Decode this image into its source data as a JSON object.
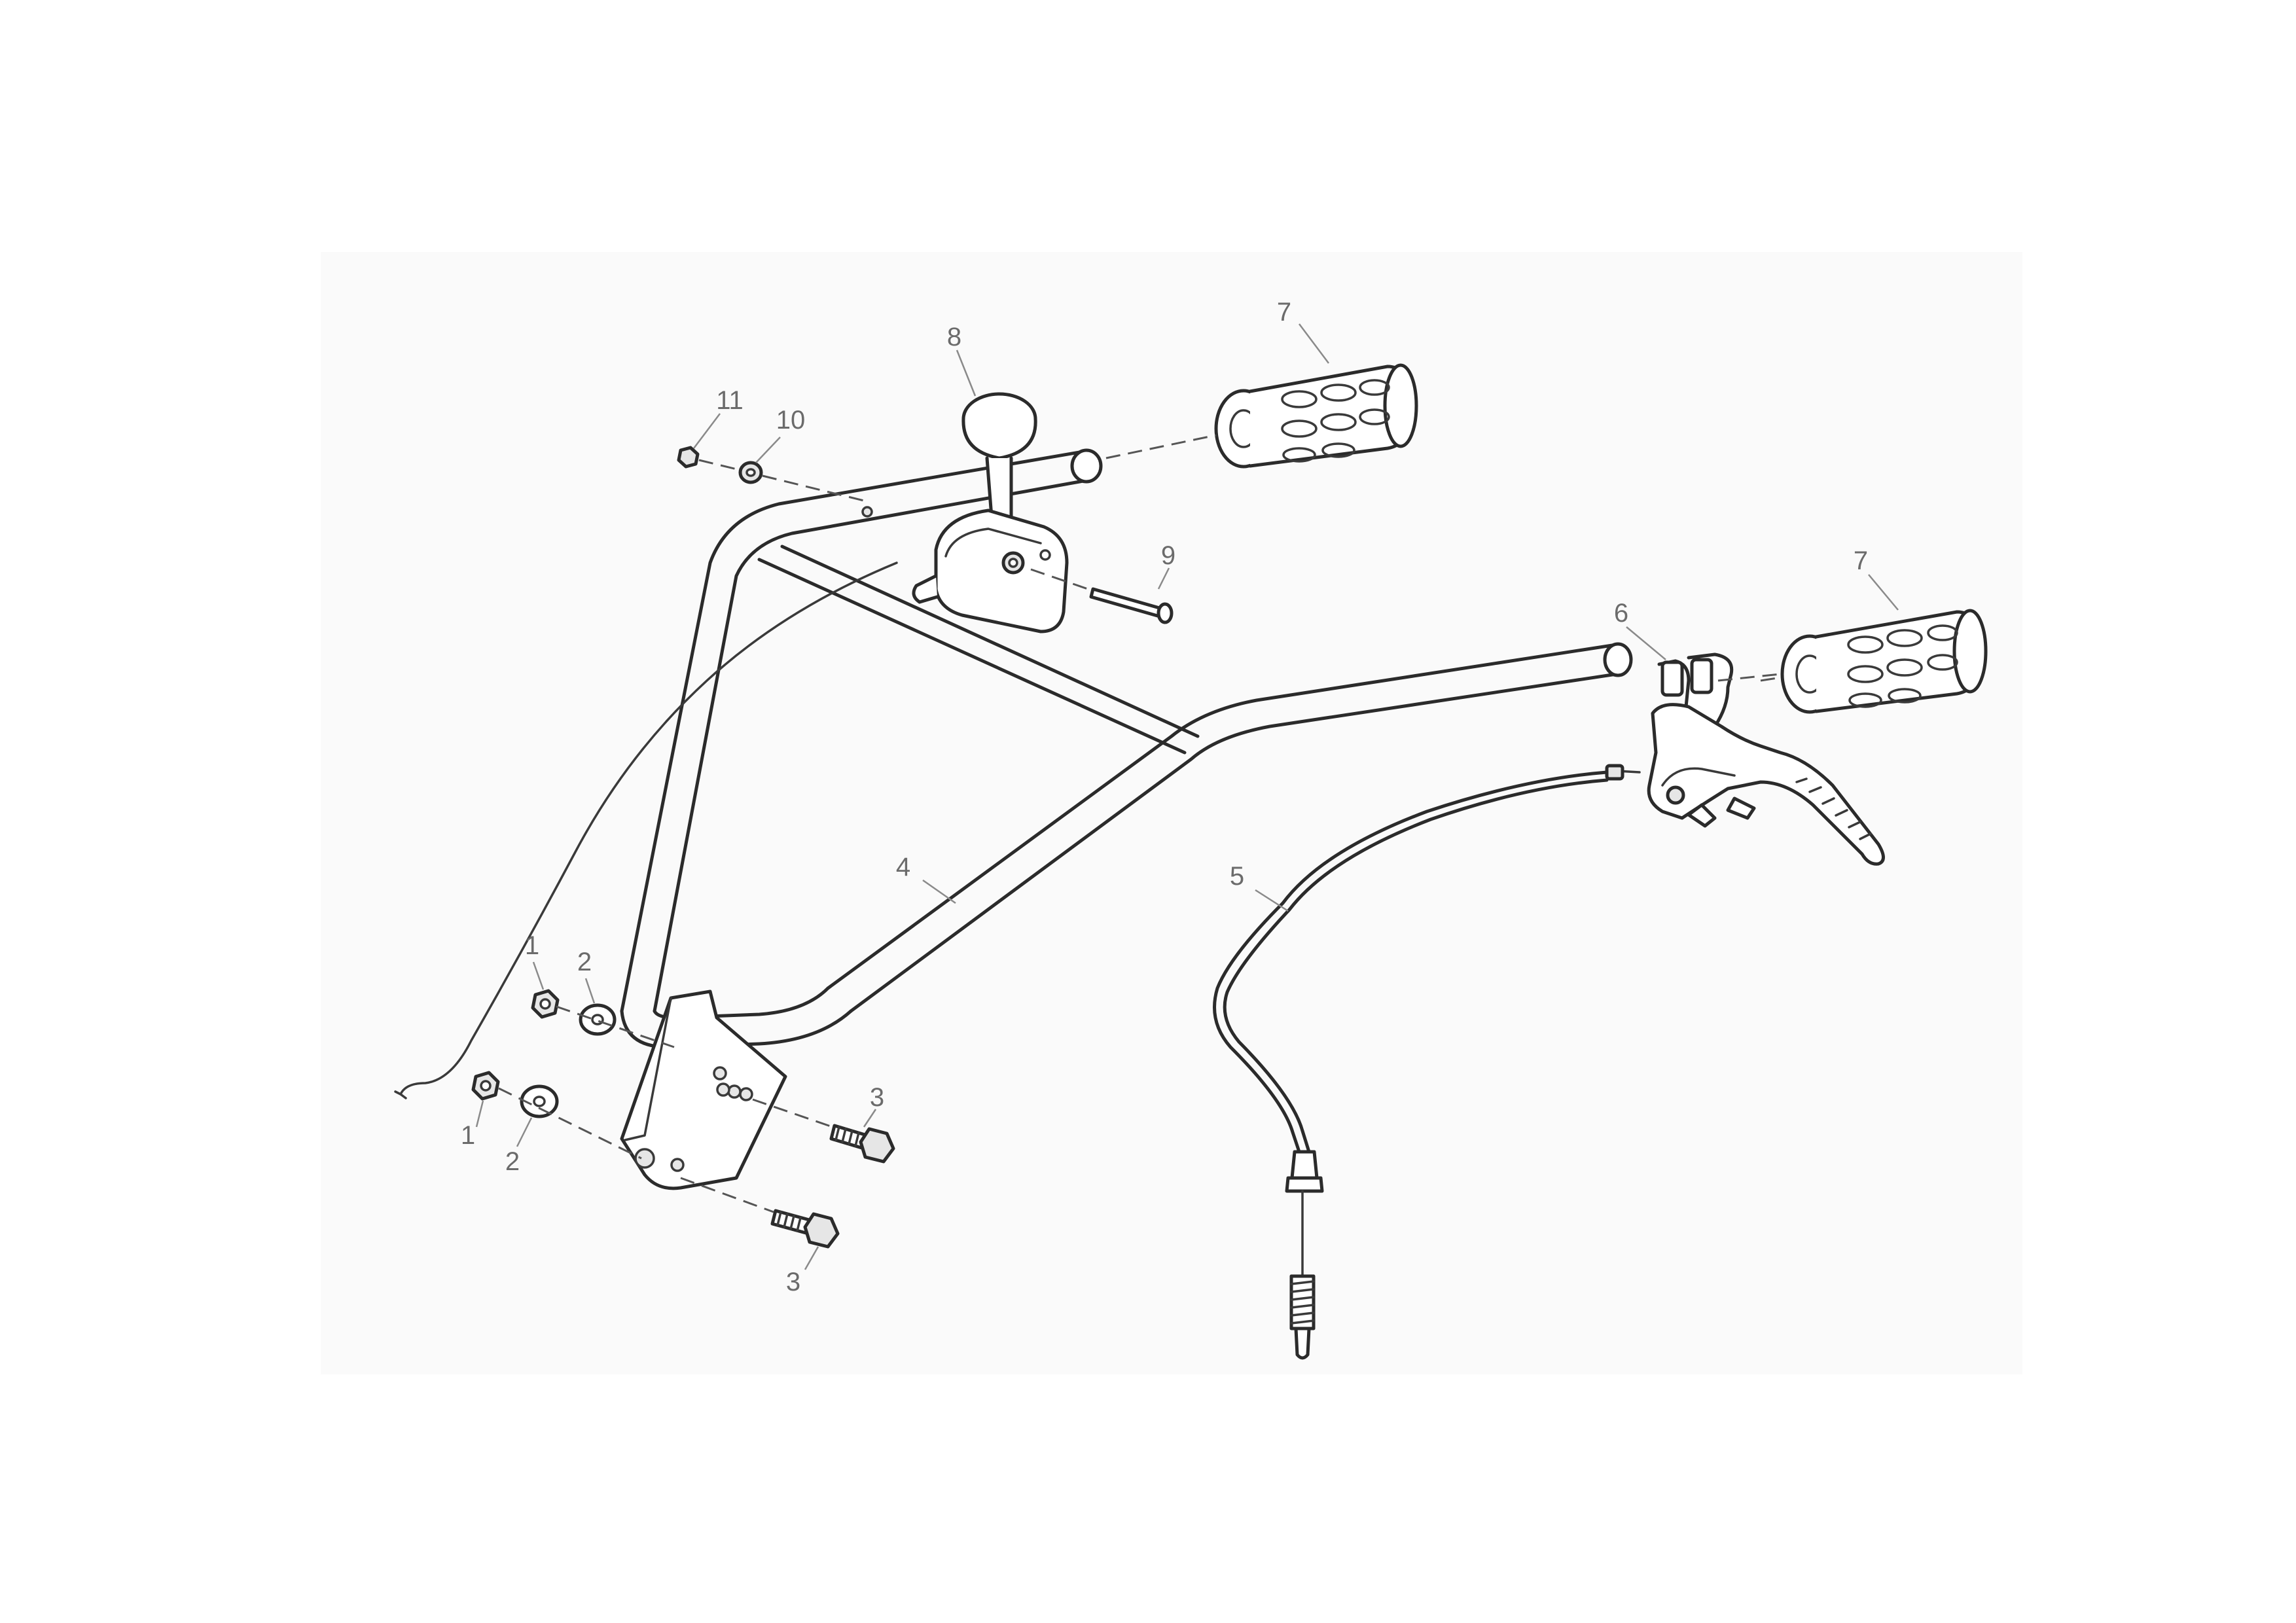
{
  "callouts": [
    {
      "id": "c1a",
      "text": "1"
    },
    {
      "id": "c1b",
      "text": "1"
    },
    {
      "id": "c2a",
      "text": "2"
    },
    {
      "id": "c2b",
      "text": "2"
    },
    {
      "id": "c3a",
      "text": "3"
    },
    {
      "id": "c3b",
      "text": "3"
    },
    {
      "id": "c4",
      "text": "4"
    },
    {
      "id": "c5",
      "text": "5"
    },
    {
      "id": "c6",
      "text": "6"
    },
    {
      "id": "c7a",
      "text": "7"
    },
    {
      "id": "c7b",
      "text": "7"
    },
    {
      "id": "c8",
      "text": "8"
    },
    {
      "id": "c9",
      "text": "9"
    },
    {
      "id": "c10",
      "text": "10"
    },
    {
      "id": "c11",
      "text": "11"
    }
  ],
  "colors": {
    "line": "#2b2b2b",
    "callout_text": "#6b6b6b",
    "background": "#ffffff"
  }
}
